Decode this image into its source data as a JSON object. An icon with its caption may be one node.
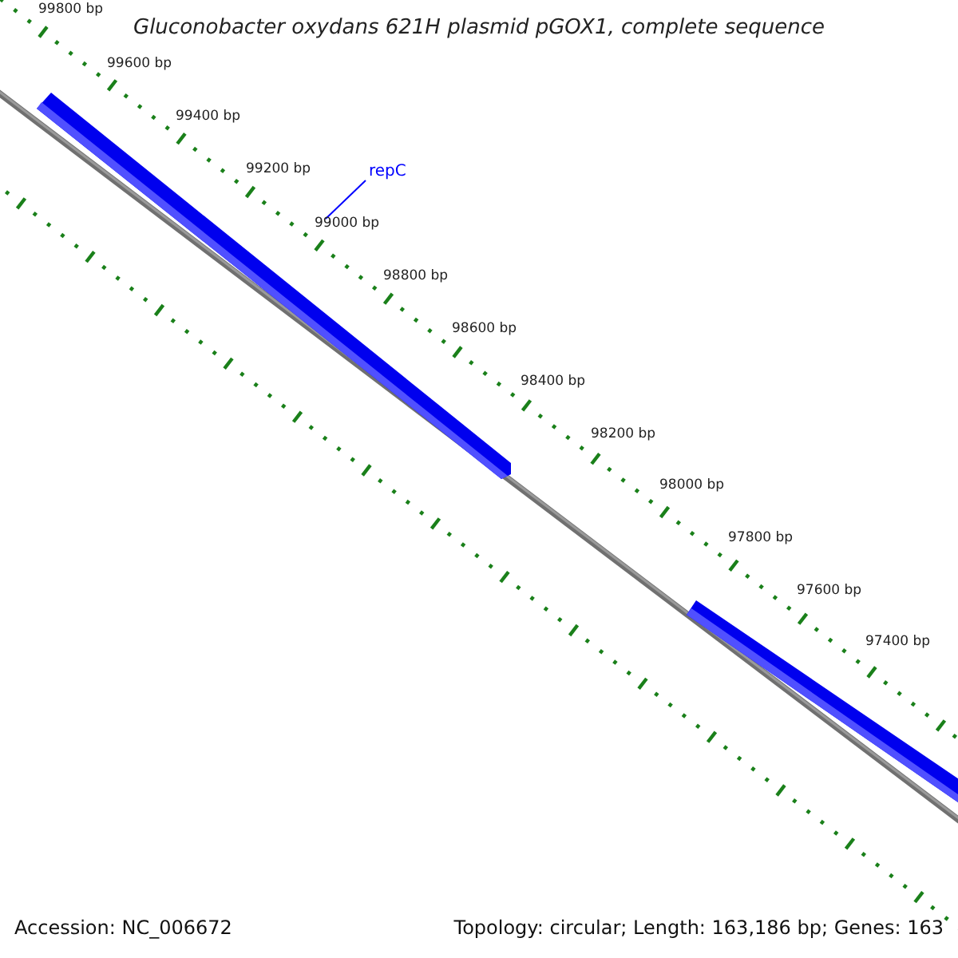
{
  "diagram": {
    "title": "Gluconobacter oxydans 621H plasmid pGOX1, complete sequence",
    "nodes": [
      {
        "text": [
          "repC"
        ]
      },
      {
        "text": [],
        "shape": "bar"
      },
      {
        "text": [],
        "shape": "bar"
      }
    ],
    "edges": [
      {
        "from": 0,
        "to": 1,
        "arrow": "none"
      }
    ],
    "labels": [
      "99800 bp",
      "99600 bp",
      "99400 bp",
      "99200 bp",
      "99000 bp",
      "98800 bp",
      "98600 bp",
      "98400 bp",
      "98200 bp",
      "98000 bp",
      "97800 bp",
      "97600 bp",
      "97400 bp",
      "Accession: NC_006672",
      "Topology: circular; Length: 163,186 bp; Genes: 163"
    ]
  }
}
